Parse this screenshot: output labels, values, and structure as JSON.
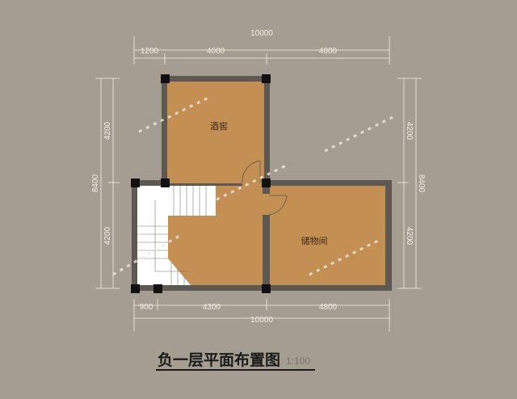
{
  "rooms": {
    "wine_cellar": "酒窖",
    "storage": "储物间"
  },
  "dimensions": {
    "top_total": "10000",
    "top_segments": [
      "1200",
      "4000",
      "4800"
    ],
    "bottom_segments": [
      "900",
      "4300",
      "4800"
    ],
    "bottom_total": "10000",
    "left_total": "8400",
    "left_segments": [
      "4200",
      "4200"
    ],
    "right_total": "8400",
    "right_segments": [
      "4200",
      "4200"
    ]
  },
  "title": "负一层平面布置图",
  "scale": "1:100",
  "colors": {
    "background": "#a69d92",
    "floor": "#c48f52",
    "wall": "#5e5852",
    "column": "#111111",
    "stair": "#ffffff"
  }
}
